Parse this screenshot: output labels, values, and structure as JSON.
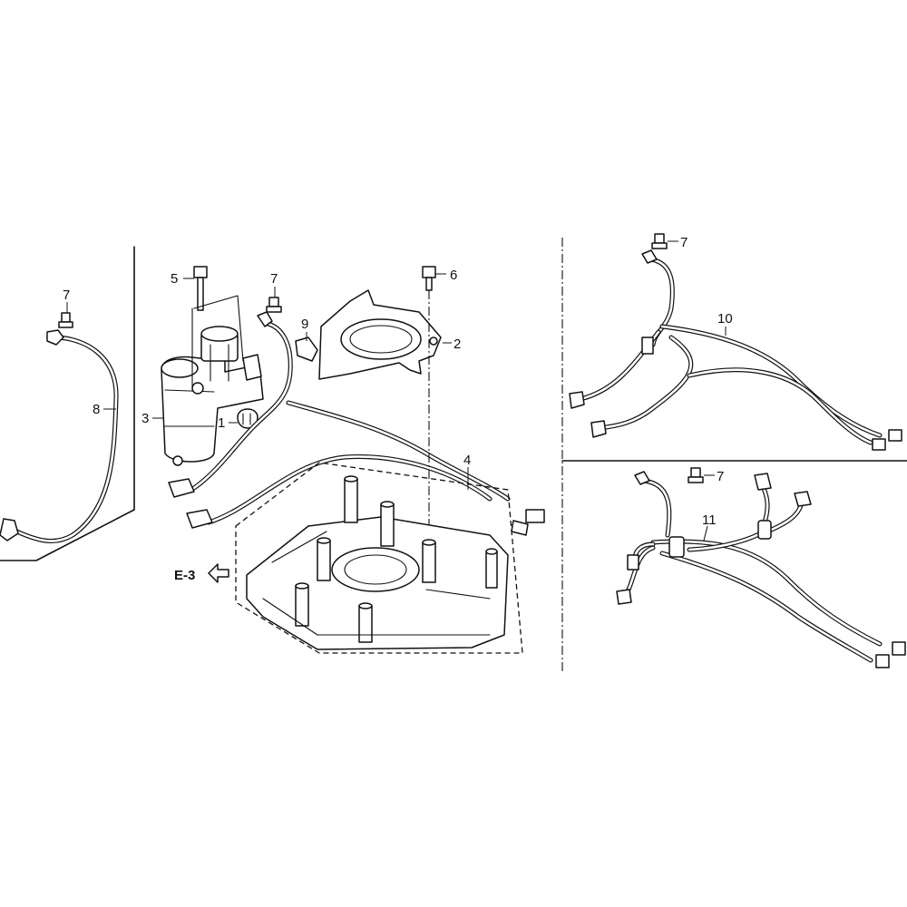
{
  "callouts": {
    "c1": "1",
    "c2": "2",
    "c3": "3",
    "c4": "4",
    "c5": "5",
    "c6": "6",
    "c7a": "7",
    "c7b": "7",
    "c7c": "7",
    "c7d": "7",
    "c8": "8",
    "c9": "9",
    "c10": "10",
    "c11": "11"
  },
  "reference": {
    "label": "E-3"
  }
}
